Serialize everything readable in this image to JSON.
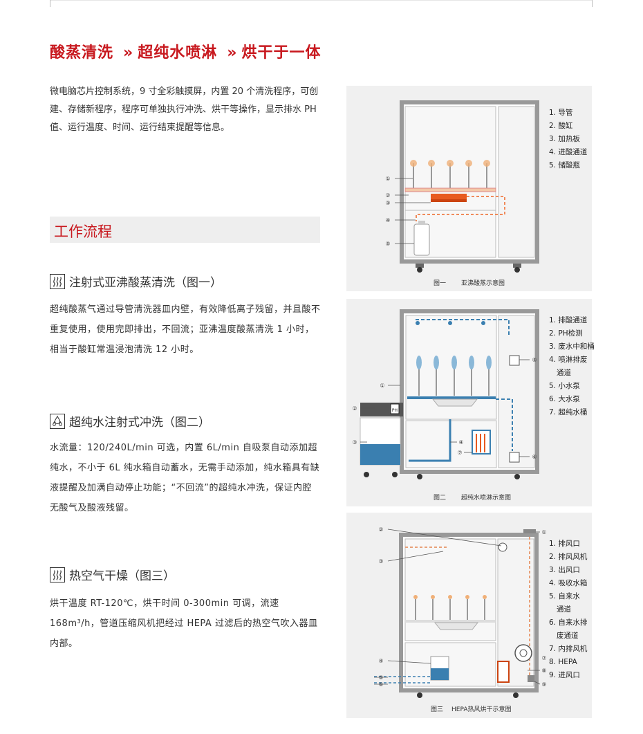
{
  "hero": {
    "part1": "酸蒸清洗",
    "sep": "»",
    "part2": "超纯水喷淋",
    "part3": "烘干于一体"
  },
  "intro": "微电脑芯片控制系统，9 寸全彩触摸屏，内置 20 个清洗程序，可创建、存储新程序，程序可单独执行冲洗、烘干等操作，显示排水 PH 值、运行温度、时间、运行结束提醒等信息。",
  "section_title": "工作流程",
  "steps": [
    {
      "title": "注射式亚沸酸蒸清洗（图一）",
      "icon": "steam-icon",
      "text": "超纯酸蒸气通过导管清洗器皿内壁，有效降低离子残留，并且酸不重复使用，使用完即排出，不回流；亚沸温度酸蒸清洗 1 小时，相当于酸缸常温浸泡清洗 12 小时。"
    },
    {
      "title": "超纯水注射式冲洗（图二）",
      "icon": "water-drops-icon",
      "text": "水流量：120/240L/min 可选，内置 6L/min 自吸泵自动添加超纯水，不小于 6L 纯水箱自动蓄水，无需手动添加，纯水箱具有缺液提醒及加满自动停止功能；“不回流”的超纯水冲洗，保证内腔无酸气及酸液残留。"
    },
    {
      "title": "热空气干燥（图三）",
      "icon": "heat-icon",
      "text": "烘干温度 RT-120℃，烘干时间 0-300min 可调，流速 168m³/h，管道压缩风机把经过 HEPA 过滤后的热空气吹入器皿内部。"
    }
  ],
  "figures": [
    {
      "caption_no": "图一",
      "caption": "亚沸酸蒸示意图",
      "legend": [
        "1. 导管",
        "2. 酸缸",
        "3. 加热板",
        "4. 进酸通道",
        "5. 储酸瓶"
      ],
      "markers": [
        "①",
        "②",
        "③",
        "④",
        "⑤"
      ]
    },
    {
      "caption_no": "图二",
      "caption": "超纯水喷淋示意图",
      "legend": [
        "1. 排酸通道",
        "2. PH检测",
        "3. 废水中和桶",
        "4. 喷淋排废",
        "通道",
        "5. 小水泵",
        "6. 大水泵",
        "7. 超纯水桶"
      ],
      "markers": [
        "①",
        "②",
        "③",
        "④",
        "⑤",
        "⑥",
        "⑦"
      ],
      "ph_label": "PH"
    },
    {
      "caption_no": "图三",
      "caption": "HEPA热风烘干示意图",
      "legend": [
        "1. 排风口",
        "2. 排风风机",
        "3. 出风口",
        "4. 吸收水箱",
        "5. 自来水",
        "通道",
        "6. 自来水排",
        "废通道",
        "7. 内排风机",
        "8. HEPA",
        "9. 进风口"
      ],
      "markers": [
        "①",
        "②",
        "③",
        "④",
        "⑤",
        "⑥",
        "⑦",
        "⑧",
        "⑨"
      ]
    }
  ],
  "colors": {
    "brand_red": "#c8191f",
    "panel_bg": "#f0f0f0",
    "steel": "#9a9a9a",
    "water_blue": "#3a7fb0",
    "heat_orange": "#e8a078"
  }
}
